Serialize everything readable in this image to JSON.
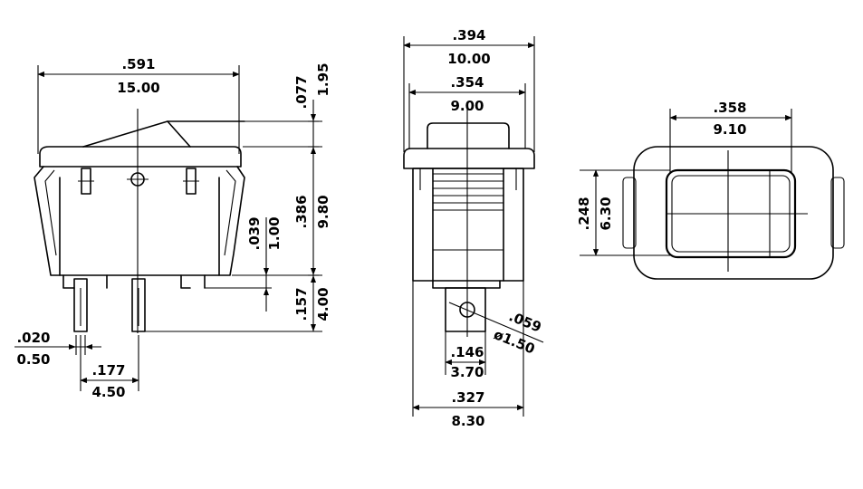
{
  "side_view": {
    "width_inch": ".591",
    "width_mm": "15.00",
    "rocker_h_inch": ".077",
    "rocker_h_mm": "1.95",
    "body_h_inch": ".386",
    "body_h_mm": "9.80",
    "step_inch": ".039",
    "step_mm": "1.00",
    "pin_len_inch": ".157",
    "pin_len_mm": "4.00",
    "pin_t_inch": ".020",
    "pin_t_mm": "0.50",
    "pin_pitch_inch": ".177",
    "pin_pitch_mm": "4.50"
  },
  "end_view": {
    "bezel_w_inch": ".394",
    "bezel_w_mm": "10.00",
    "rocker_w_inch": ".354",
    "rocker_w_mm": "9.00",
    "hole_inch": ".059",
    "hole_mm": "ø1.50",
    "pin_w_inch": ".146",
    "pin_w_mm": "3.70",
    "body_w_inch": ".327",
    "body_w_mm": "8.30"
  },
  "top_view": {
    "window_w_inch": ".358",
    "window_w_mm": "9.10",
    "window_h_inch": ".248",
    "window_h_mm": "6.30"
  }
}
